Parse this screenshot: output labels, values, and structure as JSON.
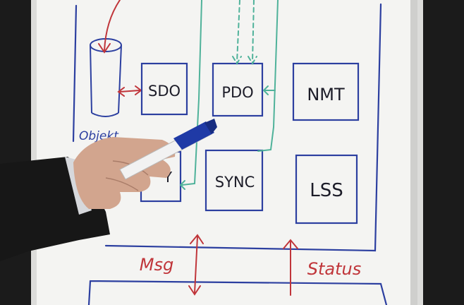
{
  "colors": {
    "background": "#1b1b1b",
    "board": "#f4f4f2",
    "frame": "#e2e2e0",
    "blue_ink": "#2c3fa0",
    "red_ink": "#c0353a",
    "green_ink": "#4fb29a",
    "marker_blue": "#1f3aa6"
  },
  "labels": {
    "sdo": "SDO",
    "pdo": "PDO",
    "nmt": "NMT",
    "sync": "SYNC",
    "lss": "LSS",
    "emcy_partial": "Y",
    "object_partial": "Objekt",
    "msg": "Msg",
    "status": "Status"
  }
}
